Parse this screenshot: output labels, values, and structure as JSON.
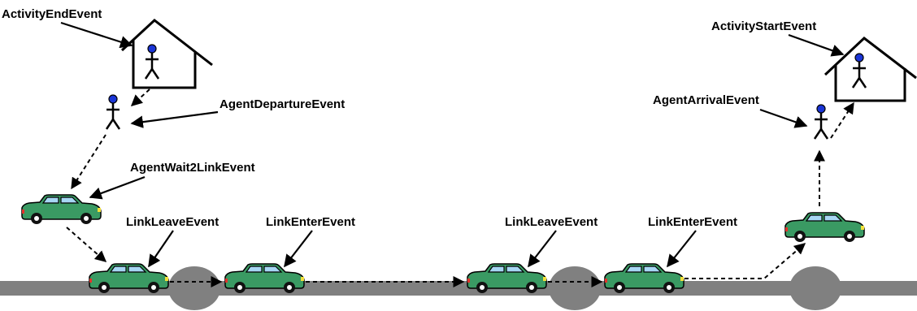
{
  "labels": {
    "activity_end": "ActivityEndEvent",
    "agent_departure": "AgentDepartureEvent",
    "agent_wait2link": "AgentWait2LinkEvent",
    "link_leave_1": "LinkLeaveEvent",
    "link_enter_1": "LinkEnterEvent",
    "link_leave_2": "LinkLeaveEvent",
    "link_enter_2": "LinkEnterEvent",
    "agent_arrival": "AgentArrivalEvent",
    "activity_start": "ActivityStartEvent"
  },
  "icons": {
    "house": "house-icon",
    "person": "person-icon",
    "car": "car-icon",
    "node": "road-node-icon"
  },
  "colors": {
    "road": "#808080",
    "node": "#808080",
    "car_body": "#3a9a63",
    "car_window": "#a7d7f4",
    "head": "#1a35d6",
    "headlight": "#f2e03a",
    "taillight": "#e3322b",
    "line": "#000000"
  }
}
